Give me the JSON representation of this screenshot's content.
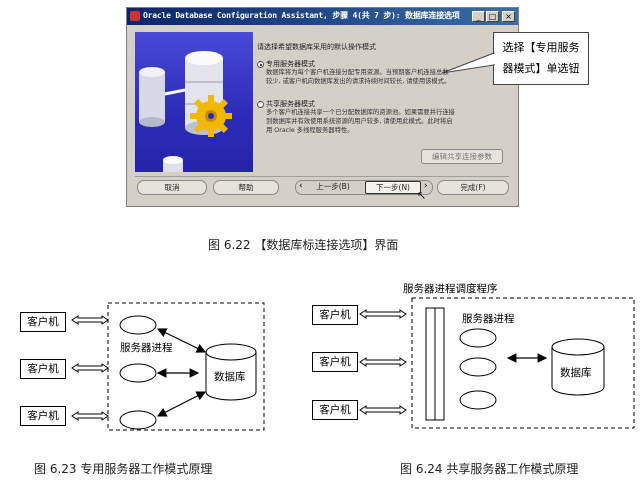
{
  "window": {
    "title": "Oracle Database Configuration Assistant, 步骤 4(共 7 步): 数据库连接选项",
    "prompt": "请选择希望数据库采用的默认操作模式",
    "options": [
      {
        "label": "专用服务器模式",
        "selected": true,
        "desc": [
          "数据库将为每个客户机连接分配专用资源。当预期客户机连接总数",
          "较少, 或客户机向数据库发出的请求持续时间较长, 请使用该模式。"
        ]
      },
      {
        "label": "共享服务器模式",
        "selected": false,
        "desc": [
          "多个客户机连接共享一个已分配数据库的资源池。如果需要并行连接",
          "到数据库并有效使用系统资源的用户较多, 请使用此模式。此时将启",
          "用 Oracle 多线程服务器特性。"
        ]
      }
    ],
    "edit_params_button": "编辑共享连接参数",
    "buttons": {
      "cancel": "取消",
      "help": "帮助",
      "back": "上一步(B)",
      "next": "下一步(N)",
      "finish": "完成(F)"
    },
    "controls": {
      "minimize": "_",
      "maximize": "□",
      "close": "×"
    }
  },
  "callout": {
    "line1": "选择【专用服务",
    "line2": "器模式】单选钮"
  },
  "caption_622": "图 6.22   【数据库标连接选项】界面",
  "fig623": {
    "clients": [
      "客户机",
      "客户机",
      "客户机"
    ],
    "server_process": "服务器进程",
    "database": "数据库",
    "caption": "图 6.23   专用服务器工作模式原理"
  },
  "fig624": {
    "dispatcher": "服务器进程调度程序",
    "clients": [
      "客户机",
      "客户机",
      "客户机"
    ],
    "server_process": "服务器进程",
    "database": "数据库",
    "caption": "图 6.24   共享服务器工作模式原理"
  },
  "colors": {
    "titlebar": "#0a246a",
    "sidepanel": "#2b2bb8",
    "dialog": "#d4d0c8",
    "gear": "#f0b800"
  }
}
